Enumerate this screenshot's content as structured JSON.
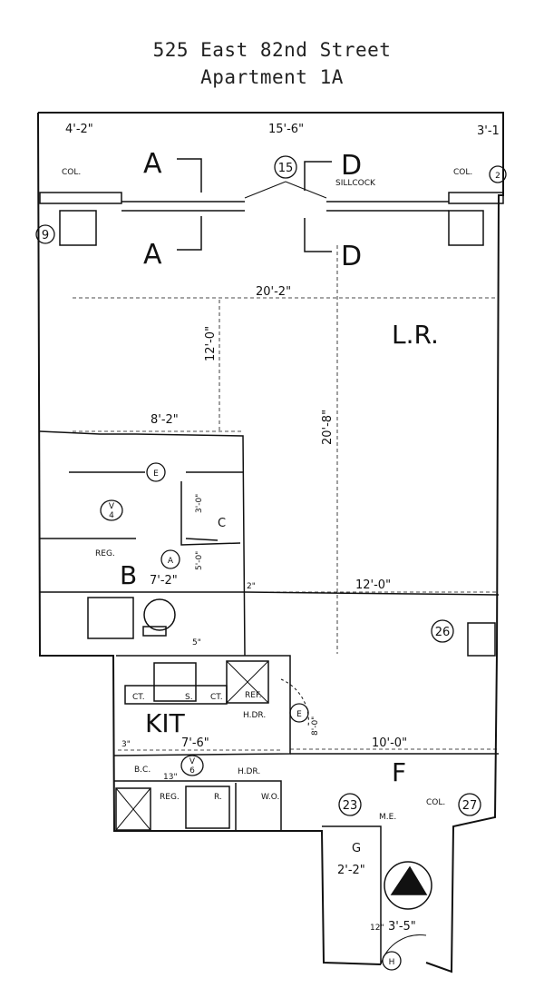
{
  "title": {
    "line1": "525 East 82nd Street",
    "line2": "Apartment 1A"
  },
  "rooms": {
    "living_room": "L.R.",
    "bedroom": "B",
    "kitchen": "KIT",
    "foyer": "F",
    "closet_c": "C",
    "closet_g": "G"
  },
  "section_marks": {
    "a_top": "A",
    "a_bottom": "A",
    "d_top": "D",
    "d_bottom": "D",
    "fifteen": "15"
  },
  "dimensions": {
    "top_left": "4'-2\"",
    "top_width": "15'-6\"",
    "top_right": "3'-1",
    "lr_width": "20'-2\"",
    "lr_depth_left": "12'-0\"",
    "lr_depth_center": "20'-8\"",
    "bed_width": "8'-2\"",
    "closet_depth": "3'-0\"",
    "bed_inner": "7'-2\"",
    "bed_depth": "5'-0\"",
    "lr_lower": "12'-0\"",
    "kit_width": "7'-6\"",
    "kit_depth": "8'-0\"",
    "foyer_width": "10'-0\"",
    "g_width": "2'-2\"",
    "g_bottom": "3'-5\"",
    "small_3": "3\"",
    "small_2": "2\"",
    "small_5": "5\"",
    "small_12": "12\"",
    "small_13": "13\""
  },
  "labels": {
    "sillcock": "SILLCOCK",
    "reg": "REG.",
    "ct1": "CT.",
    "s": "S.",
    "ct2": "CT.",
    "ref": "REF.",
    "hdr1": "H.DR.",
    "hdr2": "H.DR.",
    "bc": "B.C.",
    "reg2": "REG.",
    "r": "R.",
    "wo": "W.O.",
    "me": "M.E.",
    "col1": "COL.",
    "col2": "COL.",
    "col3": "COL."
  },
  "circle_marks": {
    "e1": "E",
    "e2": "E",
    "a_circle": "A",
    "v4_v": "V",
    "v4_n": "4",
    "v6_v": "V",
    "v6_n": "6",
    "n26": "26",
    "n23": "23",
    "n27": "27",
    "n9": "9",
    "n2": "2",
    "h": "H"
  }
}
